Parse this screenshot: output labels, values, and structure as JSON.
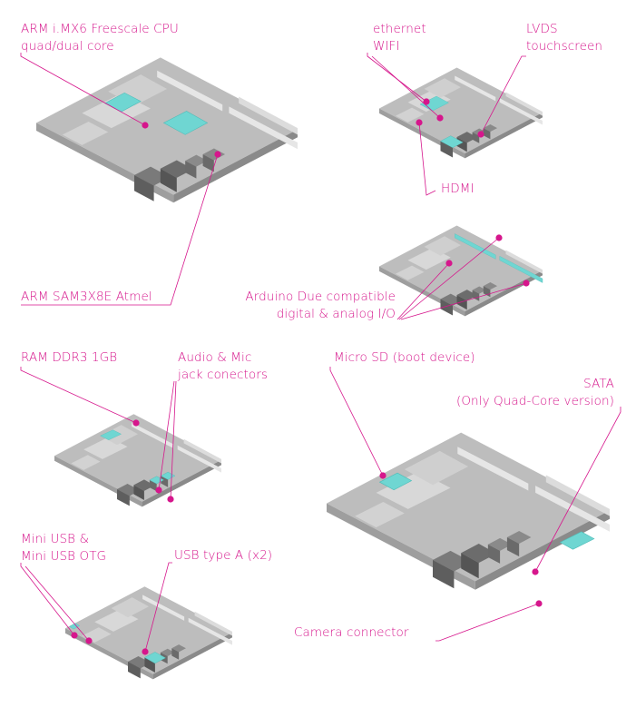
{
  "colors": {
    "accent": "#d6168c",
    "highlight": "#6fd6d2",
    "board": "#c9c9c9"
  },
  "labels": {
    "cpu_imx6_line1": "ARM i.MX6 Freescale CPU",
    "cpu_imx6_line2": "quad/dual core",
    "ethernet": "ethernet",
    "wifi": "WIFI",
    "lvds_line1": "LVDS",
    "lvds_line2": "touchscreen",
    "hdmi": "HDMI",
    "sam3x8e": "ARM SAM3X8E Atmel",
    "arduino_line1": "Arduino Due compatible",
    "arduino_line2": "digital & analog I/O",
    "ram": "RAM DDR3 1GB",
    "audio_line1": "Audio & Mic",
    "audio_line2": "jack conectors",
    "microsd": "Micro SD (boot device)",
    "sata_line1": "SATA",
    "sata_line2": "(Only Quad-Core version)",
    "miniusb_line1": "Mini USB &",
    "miniusb_line2": "Mini USB OTG",
    "usb_a": "USB type A (x2)",
    "camera": "Camera connector"
  }
}
